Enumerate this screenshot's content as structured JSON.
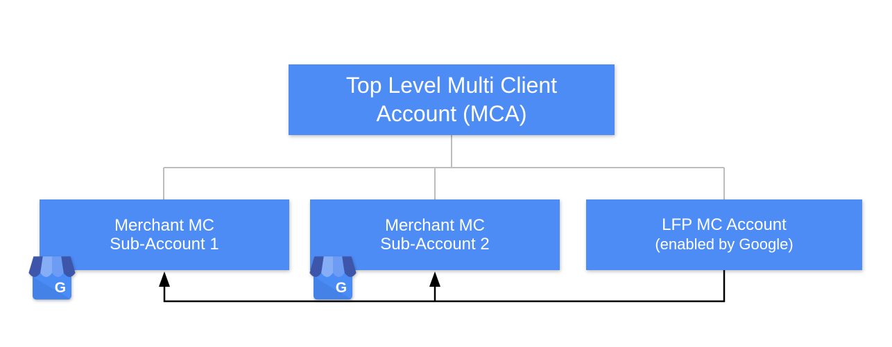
{
  "diagram": {
    "root_box": {
      "line1": "Top Level Multi Client",
      "line2": "Account (MCA)"
    },
    "child_boxes": [
      {
        "line1": "Merchant MC",
        "line2": "Sub-Account 1",
        "icon": "google-business-profile-icon"
      },
      {
        "line1": "Merchant MC",
        "line2": "Sub-Account 2",
        "icon": "google-business-profile-icon"
      },
      {
        "line1": "LFP MC Account",
        "line2": "(enabled by Google)",
        "icon": ""
      }
    ],
    "icon_letter": "G",
    "colors": {
      "box_fill": "#4E8CF5",
      "box_text": "#FFFFFF",
      "tree_connector": "#BDBDBD",
      "feedback_arrow": "#000000",
      "icon_body": "#4A8CF6",
      "icon_awning_dark": "#3E56A9",
      "icon_awning_light": "#85AEF7",
      "icon_awning_mid": "#6D9CF4"
    }
  }
}
